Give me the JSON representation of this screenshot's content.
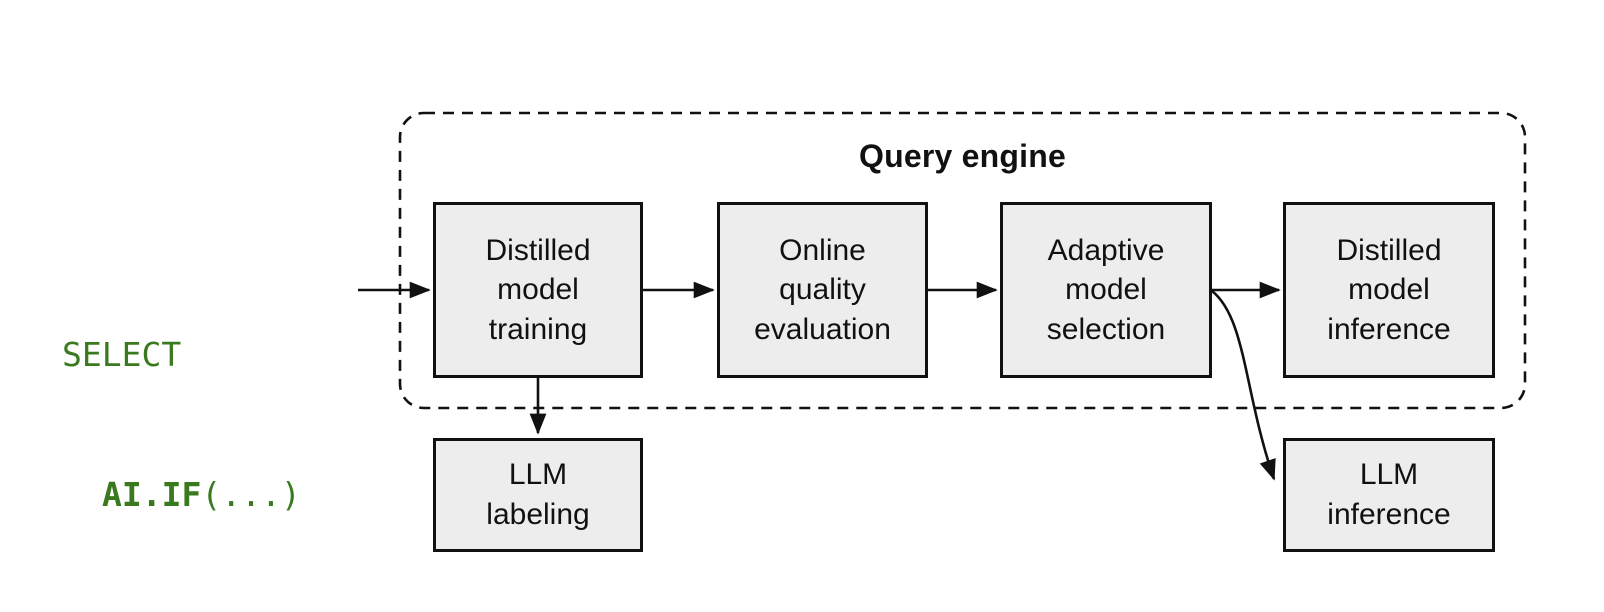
{
  "colors": {
    "accent_green": "#3a7a1e",
    "box_fill": "#ededed",
    "stroke": "#111111",
    "background": "#ffffff"
  },
  "code_label": {
    "line1": "SELECT",
    "line2_bold": "AI.IF",
    "line2_suffix": "(...)"
  },
  "query_engine": {
    "title": "Query engine",
    "boxes": [
      {
        "label": "Distilled\nmodel\ntraining"
      },
      {
        "label": "Online\nquality\nevaluation"
      },
      {
        "label": "Adaptive\nmodel\nselection"
      },
      {
        "label": "Distilled\nmodel\ninference"
      }
    ]
  },
  "external_boxes": [
    {
      "label": "LLM\nlabeling"
    },
    {
      "label": "LLM\ninference"
    }
  ]
}
